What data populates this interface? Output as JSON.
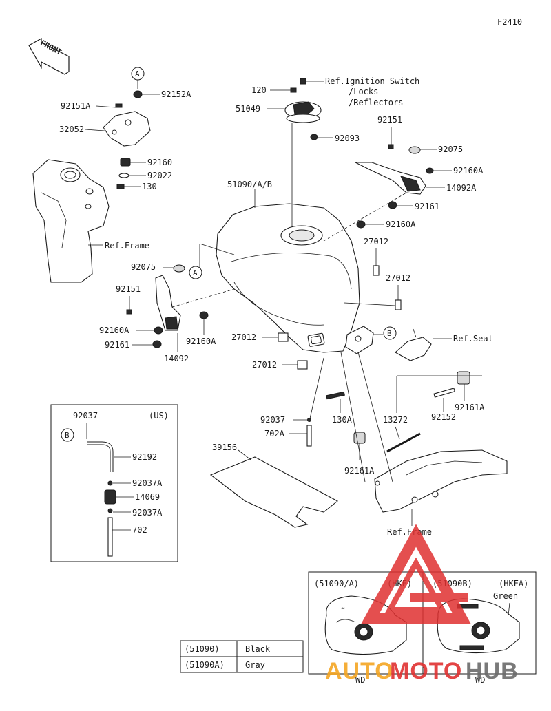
{
  "figure_code": "F2410",
  "front_label": "FRONT",
  "callouts": {
    "a": "A",
    "b": "B"
  },
  "parts": {
    "p92152A": "92152A",
    "p92151A": "92151A",
    "p32052": "32052",
    "p92160": "92160",
    "p92022": "92022",
    "p130": "130",
    "ref_frame_1": "Ref.Frame",
    "p120": "120",
    "ref_ignition_1": "Ref.Ignition Switch",
    "ref_ignition_2": "/Locks",
    "ref_ignition_3": "/Reflectors",
    "p51049": "51049",
    "p92093": "92093",
    "p92151_r": "92151",
    "p92075_r": "92075",
    "p92160A_r": "92160A",
    "p14092A": "14092A",
    "p92161_r": "92161",
    "p51090": "51090/A/B",
    "p92160A_mid": "92160A",
    "p27012_a": "27012",
    "p27012_b": "27012",
    "p27012_c": "27012",
    "p27012_d": "27012",
    "p92075_l": "92075",
    "p92151_l": "92151",
    "p92160A_l": "92160A",
    "p92161_l": "92161",
    "p14092": "14092",
    "p92160A_l2": "92160A",
    "ref_seat": "Ref.Seat",
    "p92161A_r": "92161A",
    "p92152": "92152",
    "p130A": "130A",
    "p13272": "13272",
    "p92037": "92037",
    "p702A": "702A",
    "p92161A_l": "92161A",
    "p39156": "39156",
    "ref_frame_2": "Ref.Frame"
  },
  "us_box": {
    "region": "(US)",
    "p92037": "92037",
    "p92192": "92192",
    "p92037A_1": "92037A",
    "p14069": "14069",
    "p92037A_2": "92037A",
    "p702": "702"
  },
  "variant_hkf": {
    "code": "(51090/A)",
    "market": "(HKF)",
    "wd": "WD"
  },
  "variant_hkfa": {
    "code": "(51090B)",
    "market": "(HKFA)",
    "color": "Green",
    "wd": "WD"
  },
  "color_table": [
    {
      "code": "(51090)",
      "color": "Black"
    },
    {
      "code": "(51090A)",
      "color": "Gray"
    }
  ],
  "watermark": {
    "part1": "AUTO",
    "part2": "MOTO",
    "part3": "HUB"
  },
  "colors": {
    "watermark_red": "#e03131",
    "watermark_orange": "#f5a623",
    "watermark_gray": "#6b6b6b"
  }
}
